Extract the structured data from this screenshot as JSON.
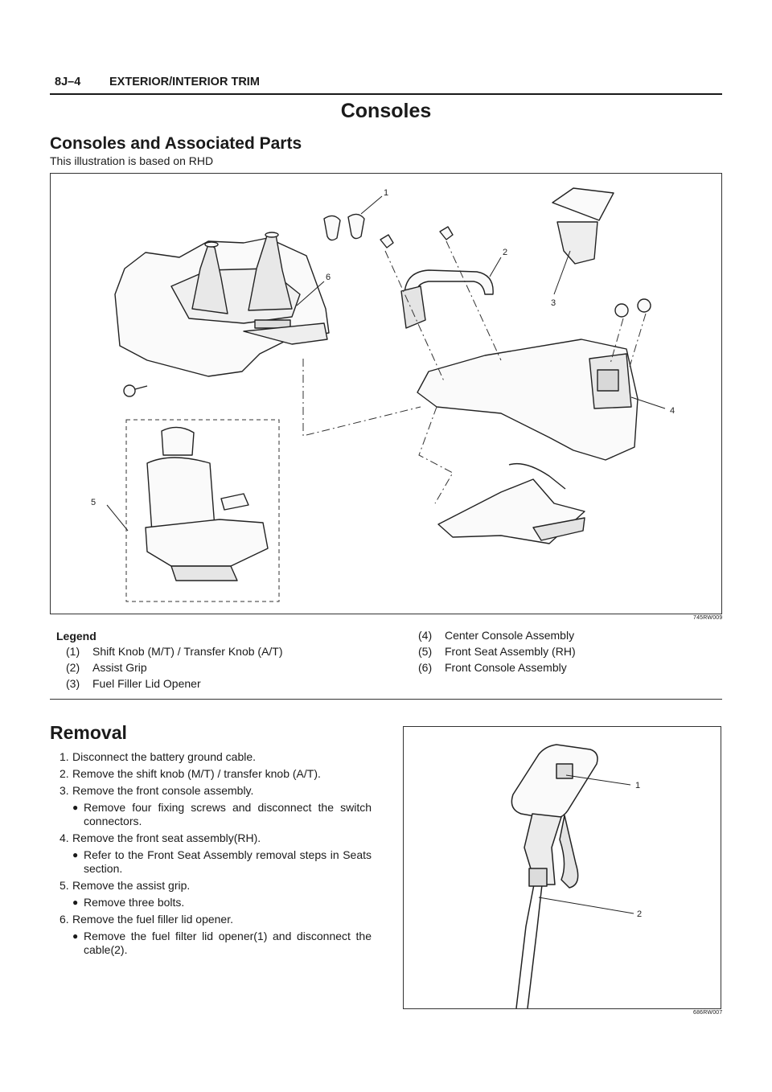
{
  "header": {
    "page_number": "8J–4",
    "section": "EXTERIOR/INTERIOR TRIM"
  },
  "title": "Consoles",
  "subtitle": "Consoles and Associated Parts",
  "note": "This illustration is based on RHD",
  "figure1": {
    "code": "745RW009",
    "callouts": [
      "1",
      "2",
      "3",
      "4",
      "5",
      "6"
    ]
  },
  "legend": {
    "title": "Legend",
    "items": [
      {
        "num": "(1)",
        "text": "Shift Knob (M/T) / Transfer Knob (A/T)"
      },
      {
        "num": "(2)",
        "text": "Assist Grip"
      },
      {
        "num": "(3)",
        "text": "Fuel Filler Lid Opener"
      },
      {
        "num": "(4)",
        "text": "Center Console Assembly"
      },
      {
        "num": "(5)",
        "text": "Front Seat Assembly (RH)"
      },
      {
        "num": "(6)",
        "text": "Front Console Assembly"
      }
    ]
  },
  "removal": {
    "title": "Removal",
    "steps": [
      {
        "n": "1.",
        "text": "Disconnect the battery ground cable."
      },
      {
        "n": "2.",
        "text": "Remove the shift knob (M/T) / transfer knob (A/T)."
      },
      {
        "n": "3.",
        "text": "Remove the front console assembly.",
        "sub": "Remove four fixing screws and disconnect the switch connectors."
      },
      {
        "n": "4.",
        "text": "Remove the front seat assembly(RH).",
        "sub": "Refer to the Front Seat Assembly removal steps in Seats section."
      },
      {
        "n": "5.",
        "text": "Remove the assist grip.",
        "sub": "Remove three bolts."
      },
      {
        "n": "6.",
        "text": "Remove the fuel filler lid opener.",
        "sub": "Remove the fuel filter lid opener(1) and disconnect the cable(2)."
      }
    ]
  },
  "figure2": {
    "code": "686RW007",
    "callouts": [
      "1",
      "2"
    ]
  }
}
